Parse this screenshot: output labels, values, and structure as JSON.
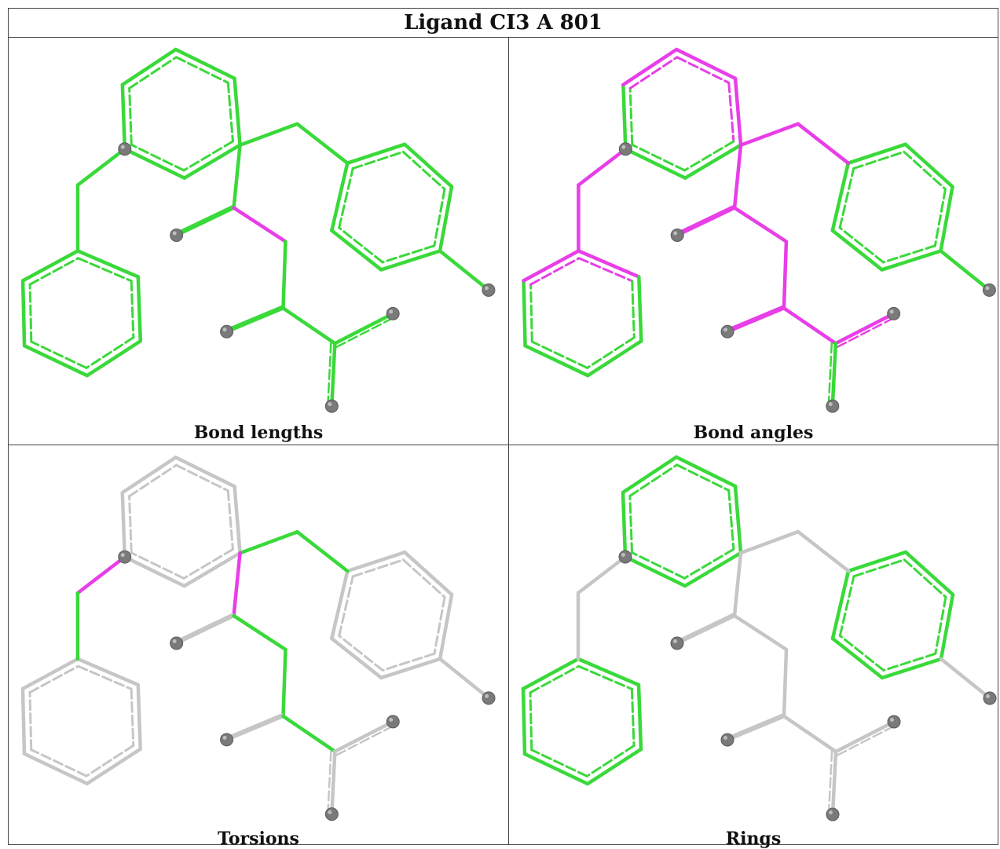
{
  "title": "Ligand CI3 A 801",
  "colors": {
    "green": "#3ad93a",
    "magenta": "#e83ee8",
    "gray": "#c6c6c6",
    "atom": "#7a7a7a"
  },
  "panels": [
    {
      "caption": "Bond lengths"
    },
    {
      "caption": "Bond angles"
    },
    {
      "caption": "Torsions"
    },
    {
      "caption": "Rings"
    }
  ]
}
